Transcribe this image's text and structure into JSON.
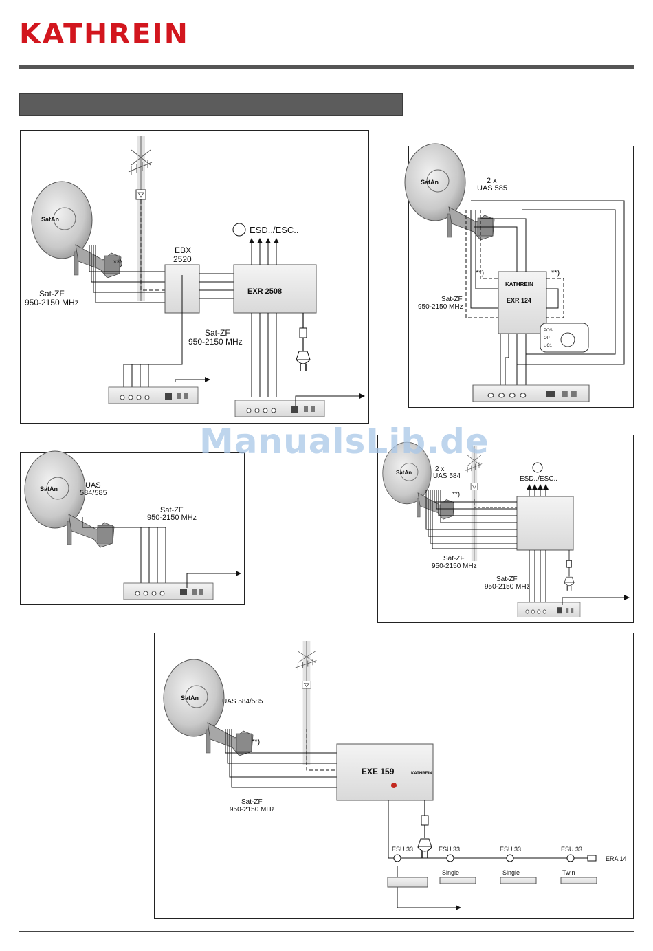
{
  "brand": {
    "logo_text": "KATHREIN",
    "logo_color": "#d2161e"
  },
  "watermark": "ManualsLib.de",
  "dish_logo": "SatAn",
  "diagrams": {
    "d1": {
      "switch_label": "EBX",
      "switch_model": "2520",
      "note_marker": "**)",
      "if_label": "Sat-ZF",
      "if_range": "950-2150 MHz",
      "if_label_2": "Sat-ZF",
      "if_range_2": "950-2150 MHz",
      "outputs_label": "ESD../ESC..",
      "device_label": "EXR 2508"
    },
    "d2": {
      "lnb_count": "2 x",
      "lnb_model": "UAS 585",
      "note_marker_left": "**)",
      "note_marker_right": "**)",
      "if_label": "Sat-ZF",
      "if_range": "950-2150 MHz",
      "device_brand": "KATHREIN",
      "device_label": "EXR 124",
      "switch_positions": [
        "POS",
        "OPT",
        "UC1"
      ]
    },
    "d3": {
      "lnb_label": "UAS",
      "lnb_model": "584/585",
      "if_label": "Sat-ZF",
      "if_range": "950-2150 MHz"
    },
    "d4": {
      "lnb_count": "2 x",
      "lnb_model": "UAS 584",
      "note_marker": "**)",
      "outputs_label": "ESD../ESC..",
      "if_label": "Sat-ZF",
      "if_range": "950-2150 MHz",
      "if_label_2": "Sat-ZF",
      "if_range_2": "950-2150 MHz"
    },
    "d5": {
      "lnb_label": "UAS 584/585",
      "note_marker": "**)",
      "if_label": "Sat-ZF",
      "if_range": "950-2150 MHz",
      "device_label": "EXE 159",
      "device_brand": "KATHREIN",
      "sockets": [
        "ESU 33",
        "ESU 33",
        "ESU 33",
        "ESU 33"
      ],
      "terminator": "ERA 14",
      "receivers": [
        "Single",
        "Single",
        "Twin"
      ]
    }
  }
}
